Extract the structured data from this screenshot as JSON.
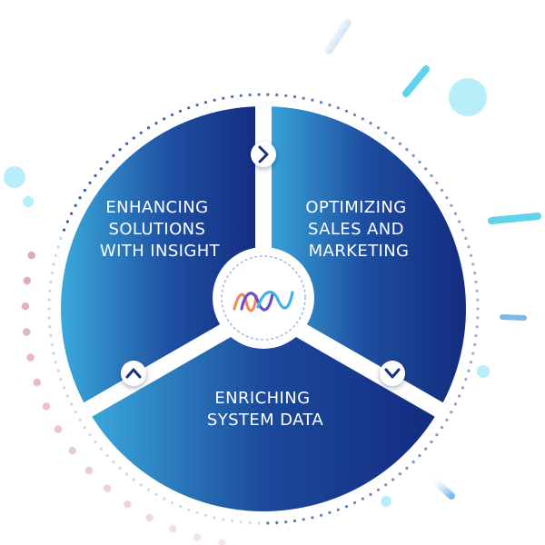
{
  "segments": [
    {
      "id": "enhancing",
      "lines": [
        "ENHANCING",
        "SOLUTIONS",
        "WITH INSIGHT"
      ]
    },
    {
      "id": "optimizing",
      "lines": [
        "OPTIMIZING",
        "SALES AND",
        "MARKETING"
      ]
    },
    {
      "id": "enriching",
      "lines": [
        "ENRICHING",
        "SYSTEM DATA"
      ]
    }
  ],
  "colors": {
    "segment_dark": "#132b7e",
    "segment_light": "#3aa9dc",
    "accent_cyan": "#5fd3ea",
    "accent_pink": "#d99aa8",
    "divider": "#ffffff",
    "center_logo_purple": "#6a4fc9",
    "center_logo_orange": "#f08a5d",
    "center_logo_blue": "#3fb3e3"
  },
  "icons": {
    "center": "ribbon-logo-icon",
    "arrows": [
      "chevron-right-icon",
      "chevron-down-icon",
      "chevron-up-icon"
    ]
  }
}
